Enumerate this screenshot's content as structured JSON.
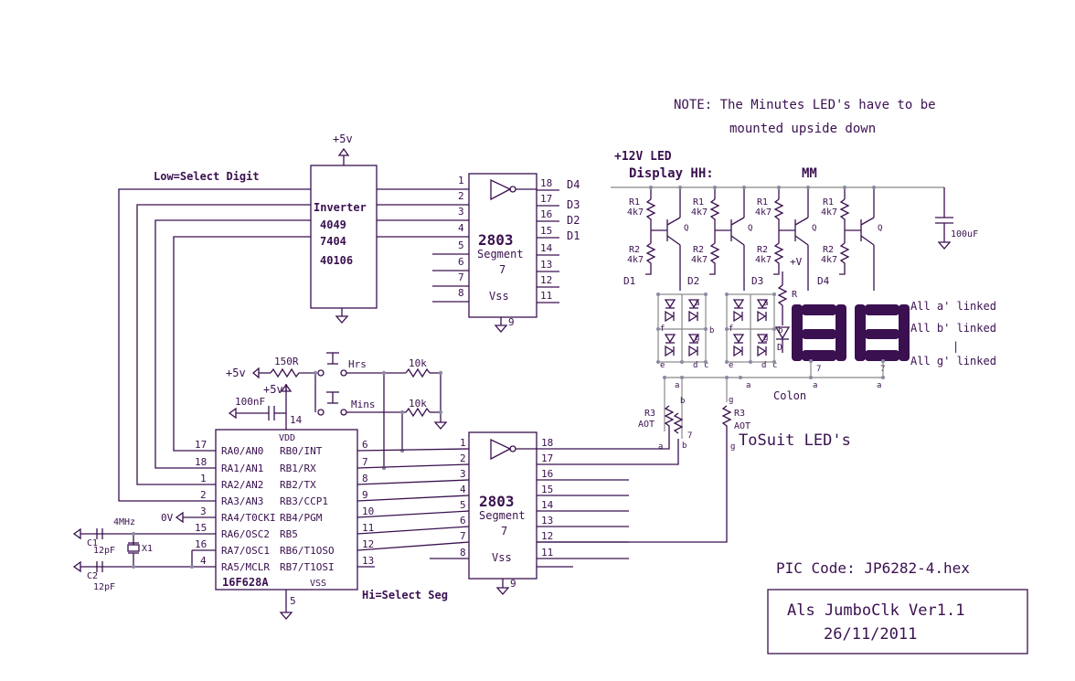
{
  "note": {
    "line1": "NOTE: The Minutes LED's have to be",
    "line2": "mounted upside down"
  },
  "supply": {
    "plus5v_top": "+5v",
    "plus5v_a": "+5v",
    "plus5v_b": "+5v",
    "zero_v": "0V",
    "vdd": "VDD",
    "vss": "VSS",
    "vss_u3": "Vss",
    "vss_u4": "Vss",
    "plus12": "+12V LED",
    "plus_v": "+V"
  },
  "labels": {
    "low_select": "Low=Select Digit",
    "hi_select": "Hi=Select Seg",
    "display_hh": "Display HH:",
    "mm": "MM",
    "colon": "Colon",
    "to_suit": "ToSuit LED's"
  },
  "inverter": {
    "title": "Inverter",
    "p1": "4049",
    "p2": "7404",
    "p3": "40106"
  },
  "driver_top": {
    "name": "2803",
    "sub": "Segment",
    "num": "7",
    "gnd_pin": "9",
    "in_pins": [
      "1",
      "2",
      "3",
      "4",
      "5",
      "6",
      "7",
      "8"
    ],
    "out_pins": [
      "18",
      "17",
      "16",
      "15",
      "14",
      "13",
      "12",
      "11"
    ],
    "out_labels": [
      "D4",
      "D3",
      "D2",
      "D1"
    ]
  },
  "driver_bot": {
    "name": "2803",
    "sub": "Segment",
    "num": "7",
    "gnd_pin": "9",
    "in_pins": [
      "1",
      "2",
      "3",
      "4",
      "5",
      "6",
      "7",
      "8"
    ],
    "out_pins": [
      "18",
      "17",
      "16",
      "15",
      "14",
      "13",
      "12",
      "11"
    ]
  },
  "pic": {
    "name": "16F628A",
    "vdd_pin": "14",
    "vss_pin": "5",
    "left_pins": [
      {
        "num": "17",
        "name": "RA0/AN0"
      },
      {
        "num": "18",
        "name": "RA1/AN1"
      },
      {
        "num": "1",
        "name": "RA2/AN2"
      },
      {
        "num": "2",
        "name": "RA3/AN3"
      },
      {
        "num": "3",
        "name": "RA4/T0CKI"
      },
      {
        "num": "15",
        "name": "RA6/OSC2"
      },
      {
        "num": "16",
        "name": "RA7/OSC1"
      },
      {
        "num": "4",
        "name": "RA5/MCLR"
      }
    ],
    "right_pins": [
      {
        "num": "6",
        "name": "RB0/INT"
      },
      {
        "num": "7",
        "name": "RB1/RX"
      },
      {
        "num": "8",
        "name": "RB2/TX"
      },
      {
        "num": "9",
        "name": "RB3/CCP1"
      },
      {
        "num": "10",
        "name": "RB4/PGM"
      },
      {
        "num": "11",
        "name": "RB5"
      },
      {
        "num": "12",
        "name": "RB6/T1OSO"
      },
      {
        "num": "13",
        "name": "RB7/T1OSI"
      }
    ]
  },
  "parts": {
    "r150": "150R",
    "hrs": "Hrs",
    "mins": "Mins",
    "r10k_1": "10k",
    "r10k_2": "10k",
    "c100n": "100nF",
    "xtal": "4MHz",
    "x1": "X1",
    "c1": "C1",
    "c2": "C2",
    "c1v": "12pF",
    "c2v": "12pF",
    "c100u": "100uF",
    "r1": "R1",
    "r2": "R2",
    "r4k7": "4k7",
    "r": "R",
    "r3": "R3",
    "aot": "AOT",
    "q": "Q",
    "d1": "D1",
    "d2": "D2",
    "d3": "D3",
    "d4": "D4",
    "d": "D",
    "seg_a": "a",
    "seg_b": "b",
    "seg_g": "g",
    "seg_c": "c",
    "seg_d": "d",
    "seg_e": "e",
    "seg_f": "f",
    "seven": "7"
  },
  "links": {
    "a": "All a' linked",
    "b": "All b' linked",
    "sep": "|",
    "g": "All g' linked"
  },
  "pic_code": "PIC Code: JP6282-4.hex",
  "title_block": {
    "line1": "Als JumboClk Ver1.1",
    "line2": "26/11/2011"
  },
  "digits": [
    "8",
    "8"
  ]
}
